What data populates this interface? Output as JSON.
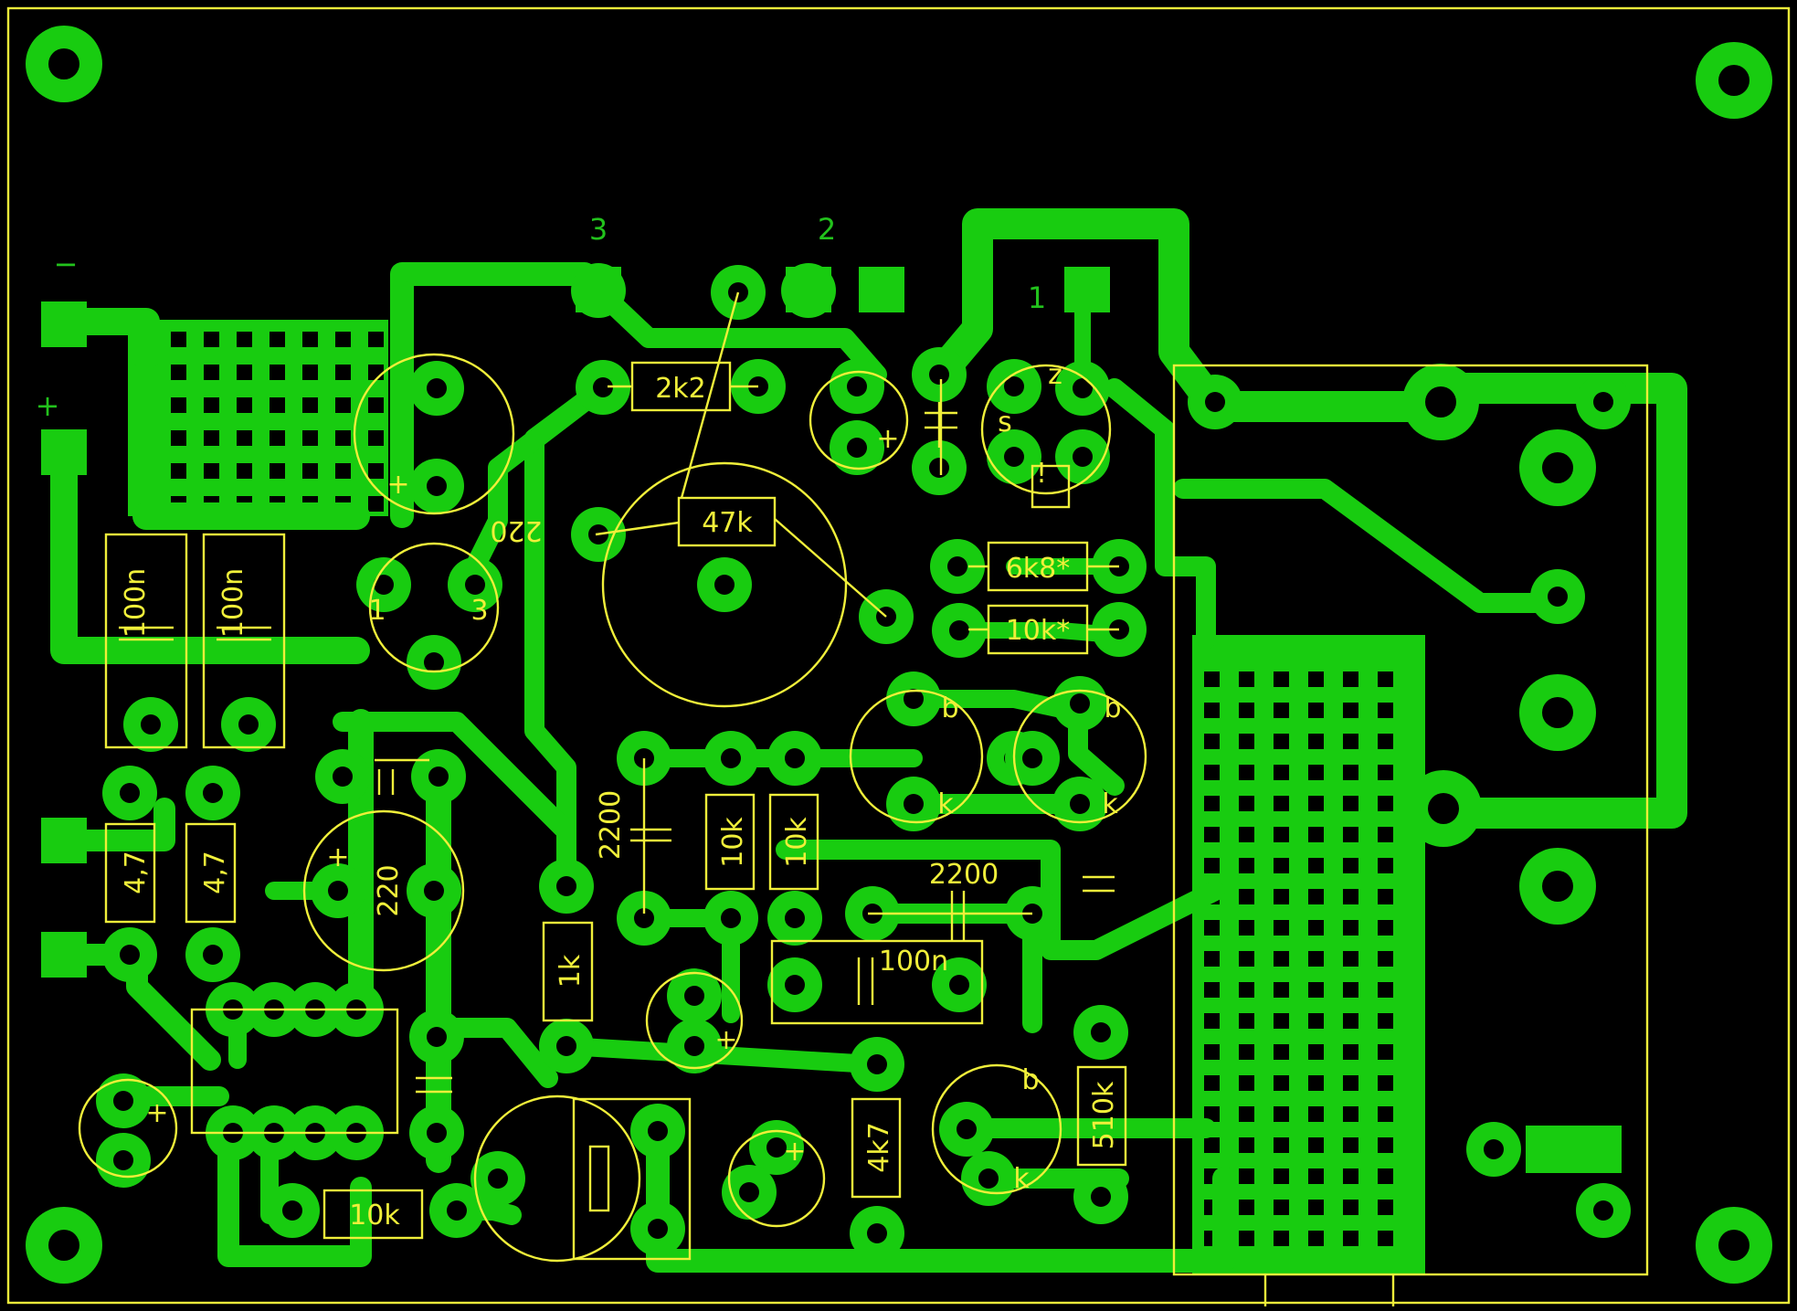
{
  "board": {
    "copper_color": "#18cc10",
    "silk_color": "#f0ef3a",
    "background": "#000000"
  },
  "terminals": {
    "minus": "−",
    "plus": "+"
  },
  "connector_labels": [
    "3",
    "2",
    "1"
  ],
  "components": {
    "r_2k2": "2k2",
    "r_47k": "47k",
    "r_6k8": "6k8*",
    "r_10k_star": "10k*",
    "c_220_top": "220",
    "c_220_left": "220",
    "c_100n_1": "100n",
    "c_100n_2": "100n",
    "c_100n_3": "100n",
    "r_4_7_1": "4,7",
    "r_4_7_2": "4,7",
    "c_2200_v": "2200",
    "c_2200_h": "2200",
    "r_10k_a": "10k",
    "r_10k_b": "10k",
    "r_10k_bottom": "10k",
    "r_1k": "1k",
    "r_4k7": "4k7",
    "r_510k": "510k"
  },
  "transistor_pins": {
    "b": "b",
    "k": "k",
    "z": "z",
    "s": "s",
    "excl": "!",
    "pin1": "1",
    "pin3": "3"
  }
}
